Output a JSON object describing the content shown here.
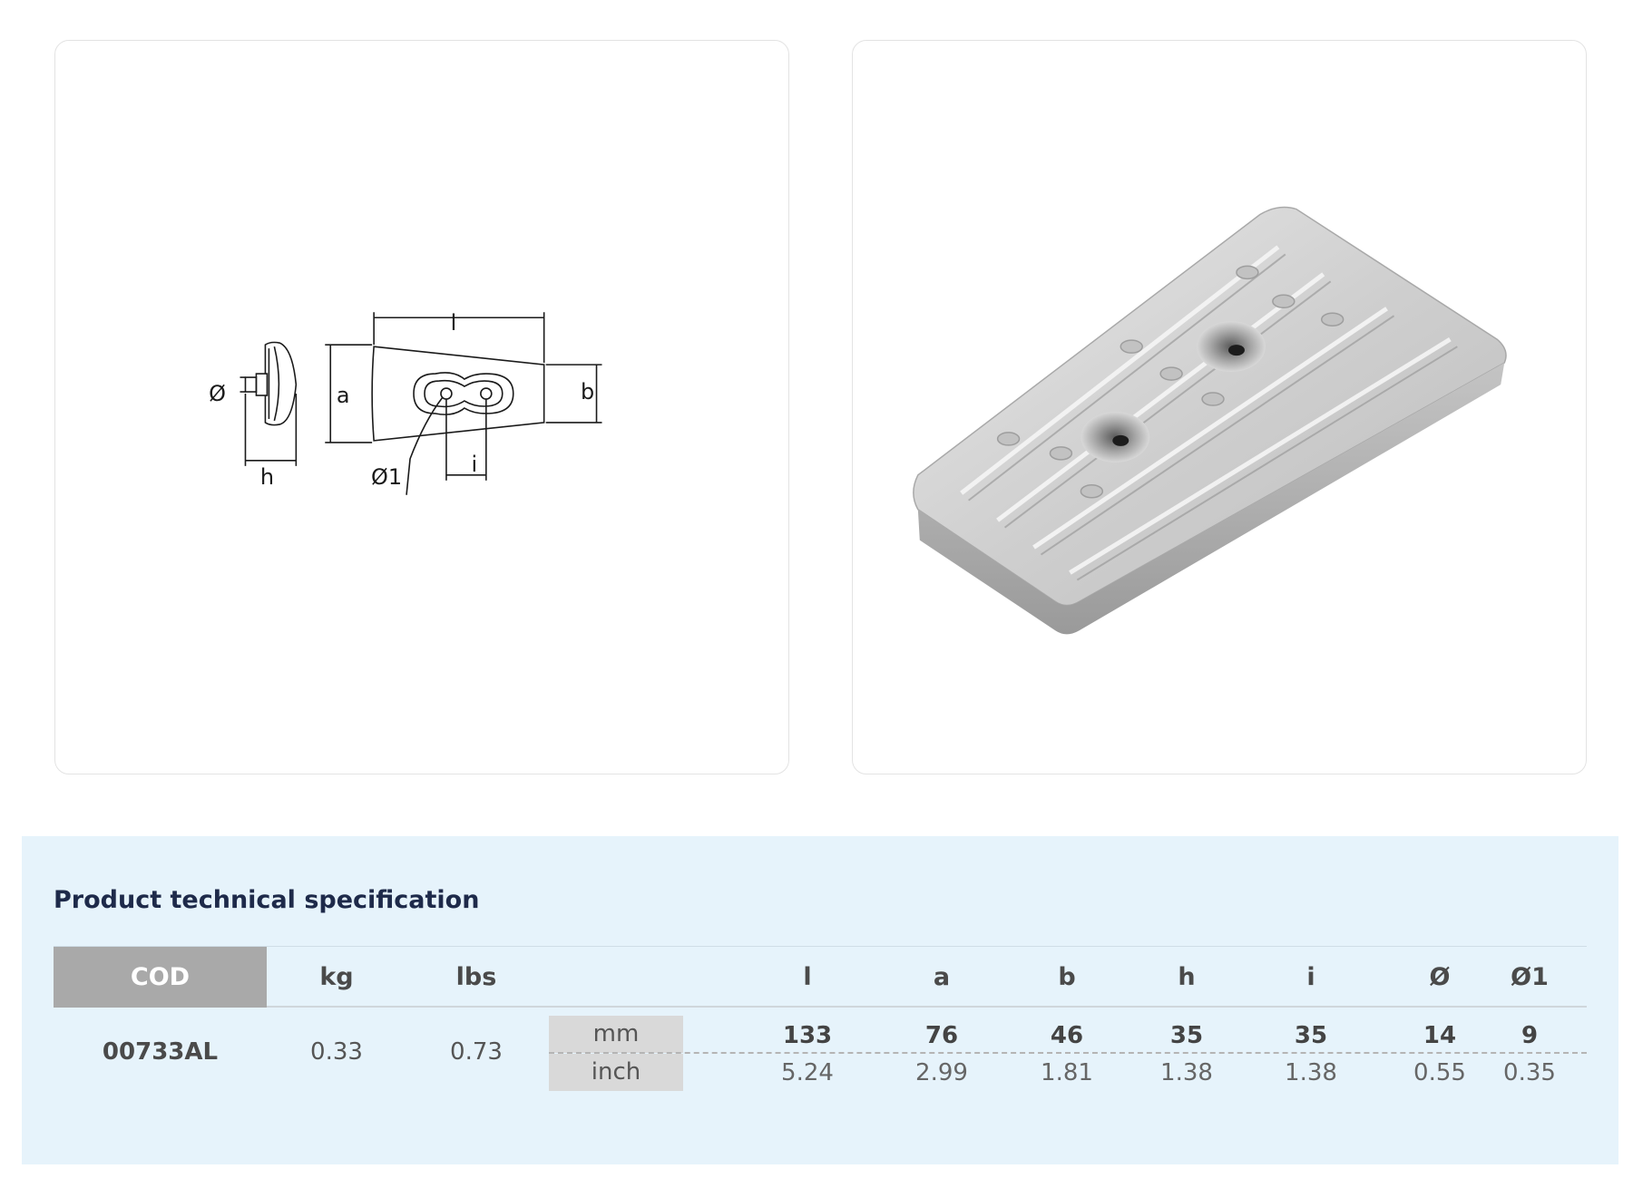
{
  "drawing": {
    "labels": {
      "l": "l",
      "a": "a",
      "b": "b",
      "h": "h",
      "i": "i",
      "phi": "Ø",
      "phi1": "Ø1"
    }
  },
  "photo": {
    "description_icon": "anode-block-icon"
  },
  "spec": {
    "title": "Product technical specification",
    "headers": {
      "cod": "COD",
      "kg": "kg",
      "lbs": "lbs",
      "l": "l",
      "a": "a",
      "b": "b",
      "h": "h",
      "i": "i",
      "phi": "Ø",
      "phi1": "Ø1"
    },
    "row": {
      "code": "00733AL",
      "kg": "0.33",
      "lbs": "0.73",
      "unit_mm": "mm",
      "unit_inch": "inch",
      "mm": {
        "l": "133",
        "a": "76",
        "b": "46",
        "h": "35",
        "i": "35",
        "phi": "14",
        "phi1": "9"
      },
      "inch": {
        "l": "5.24",
        "a": "2.99",
        "b": "1.81",
        "h": "1.38",
        "i": "1.38",
        "phi": "0.55",
        "phi1": "0.35"
      }
    }
  },
  "colors": {
    "spec_background": "#e6f3fb",
    "cod_header": "#a9a9a9",
    "title": "#1e2a4a"
  }
}
